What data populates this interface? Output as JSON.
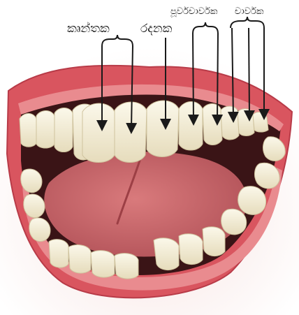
{
  "labels": {
    "incisors": "කෘන්තක",
    "canines": "රදනක",
    "premolars": "පූර්වචාර්වක",
    "molars": "චාර්වක"
  },
  "colors": {
    "lip": "#d9555f",
    "lip_dark": "#b83b48",
    "gum": "#e98b8f",
    "mouth_interior": "#3a1416",
    "tongue": "#c86468",
    "tooth": "#f6f1dc",
    "tooth_shade": "#dcd3b2",
    "arrow": "#1a1a1a",
    "background_glow": "#f6e6e4"
  }
}
